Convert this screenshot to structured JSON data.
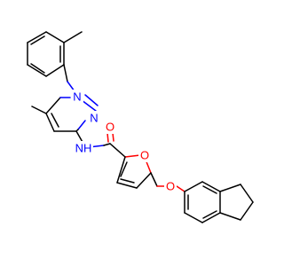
{
  "molecule": {
    "atom_labels": {
      "pyrazole_n1": "N",
      "pyrazole_n2": "N",
      "amide_nh": "NH",
      "carbonyl_o": "O",
      "furan_o": "O",
      "ether_o": "O"
    },
    "colors": {
      "carbon": "#000000",
      "nitrogen": "#0000ff",
      "oxygen": "#ff0000",
      "background": "#ffffff"
    }
  }
}
